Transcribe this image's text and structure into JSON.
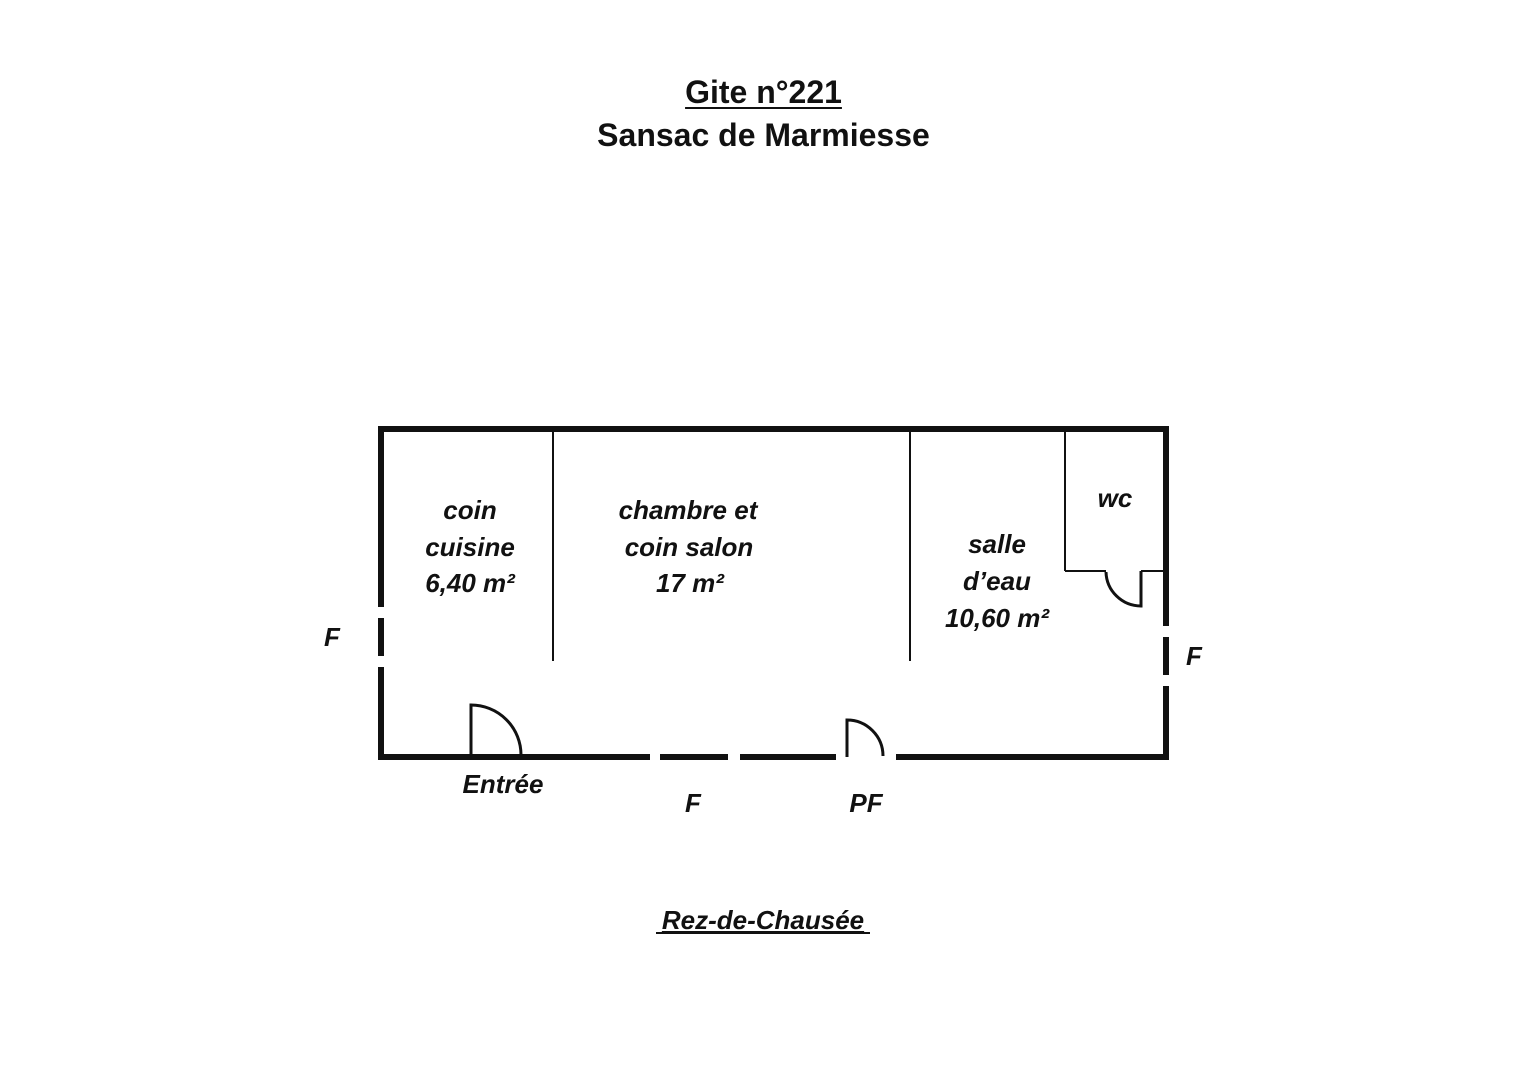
{
  "title": {
    "line1": "Gite n°221",
    "line2": "Sansac de Marmiesse"
  },
  "rooms": [
    {
      "name": "coin cuisine",
      "lines": [
        "coin",
        "cuisine",
        "6,40 m²"
      ]
    },
    {
      "name": "chambre et coin salon",
      "lines": [
        "chambre et",
        "coin salon",
        "17 m²"
      ]
    },
    {
      "name": "salle d'eau",
      "lines": [
        "salle",
        "d’eau",
        "10,60 m²"
      ]
    },
    {
      "name": "wc",
      "lines": [
        "wc"
      ]
    }
  ],
  "openings": {
    "window_left": "F",
    "window_right": "F",
    "window_bottom": "F",
    "french_window": "PF",
    "entrance": "Entrée"
  },
  "floor_label": "Rez-de-Chausée"
}
